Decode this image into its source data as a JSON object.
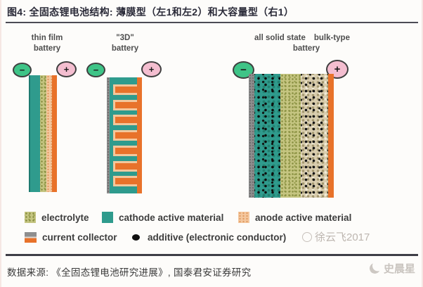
{
  "header": {
    "title": "图4: 全固态锂电池结构: 薄膜型（左1和左2）和大容量型（右1）"
  },
  "figure": {
    "terminal_neg": "−",
    "terminal_pos": "+",
    "batteries": [
      {
        "label_line1": "thin film",
        "label_line2": "battery"
      },
      {
        "label_line1": "\"3D\"",
        "label_line2": "battery"
      },
      {
        "label_line1": "all solid state",
        "label_side": "bulk-type",
        "label_line2": "battery"
      }
    ],
    "watermark": "徐云飞2017"
  },
  "legend": {
    "items": [
      {
        "label": "electrolyte",
        "swatch": "khaki-speckled"
      },
      {
        "label": "cathode active material",
        "swatch": "teal"
      },
      {
        "label": "anode active material",
        "swatch": "peach-speckled"
      },
      {
        "label": "current collector",
        "swatch": "gray-over-orange"
      },
      {
        "label": "additive (electronic conductor)",
        "swatch": "black-dot"
      }
    ]
  },
  "footer": {
    "source": "数据来源: 《全固态锂电池研究进展》, 国泰君安证券研究",
    "logo_text": "史晨星"
  },
  "colors": {
    "cathode_teal": "#2f9b8d",
    "electrolyte_khaki": "#c5c581",
    "anode_peach": "#f4c79e",
    "anode_bulk_tan": "#d9cdae",
    "current_collector_orange": "#e8722a",
    "current_collector_gray": "#8e8e8e",
    "terminal_green": "#3ec487",
    "terminal_pink": "#f4bed0",
    "additive_black": "#111111",
    "title_text": "#2a2a38"
  }
}
